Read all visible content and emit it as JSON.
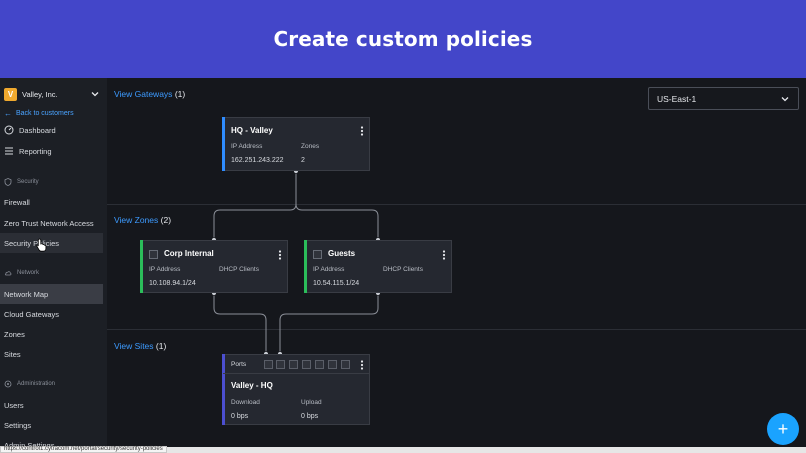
{
  "banner": {
    "title": "Create custom policies"
  },
  "sidebar": {
    "org_name": "Valley, Inc.",
    "org_initial": "V",
    "back_label": "Back to customers",
    "dashboard": "Dashboard",
    "reporting": "Reporting",
    "section_security": "Security",
    "firewall": "Firewall",
    "ztna": "Zero Trust Network Access",
    "security_policies": "Security Policies",
    "section_network": "Network",
    "network_map": "Network Map",
    "cloud_gateways": "Cloud Gateways",
    "zones": "Zones",
    "sites": "Sites",
    "section_admin": "Administration",
    "users": "Users",
    "settings": "Settings",
    "admin_settings": "Admin Settings"
  },
  "region": {
    "value": "US-East-1"
  },
  "gateways": {
    "link": "View Gateways",
    "count": "(1)",
    "card": {
      "name": "HQ - Valley",
      "ip_label": "IP Address",
      "ip": "162.251.243.222",
      "zones_label": "Zones",
      "zones": "2"
    }
  },
  "zones": {
    "link": "View Zones",
    "count": "(2)",
    "cards": [
      {
        "name": "Corp Internal",
        "ip_label": "IP Address",
        "ip": "10.108.94.1/24",
        "dhcp_label": "DHCP Clients",
        "dhcp": ""
      },
      {
        "name": "Guests",
        "ip_label": "IP Address",
        "ip": "10.54.115.1/24",
        "dhcp_label": "DHCP Clients",
        "dhcp": ""
      }
    ]
  },
  "sites": {
    "link": "View Sites",
    "count": "(1)",
    "card": {
      "ports_label": "Ports",
      "name": "Valley - HQ",
      "download_label": "Download",
      "download": "0 bps",
      "upload_label": "Upload",
      "upload": "0 bps"
    }
  },
  "status_url": "https://control1.cytracom.net/portal/security/security-policies",
  "colors": {
    "banner": "#4346c9",
    "accent_blue": "#3d9bff",
    "gateway_bar": "#2f8cff",
    "zone_bar": "#2bbd5a",
    "site_bar": "#4c4fd0",
    "fab": "#1aa3ff"
  }
}
